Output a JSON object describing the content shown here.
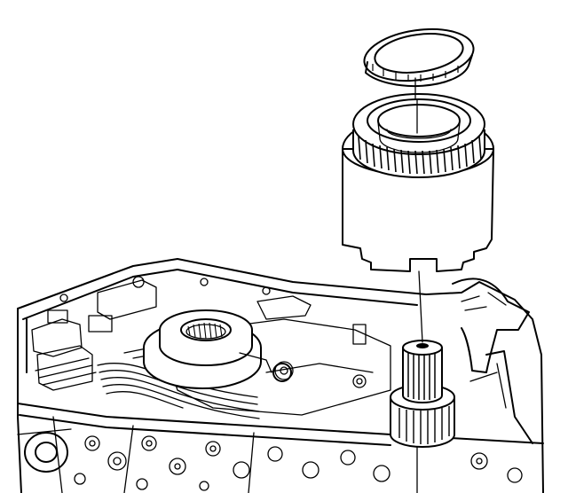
{
  "figure": {
    "kind": "exploded-assembly-line-drawing",
    "components": [
      "snap-ring",
      "clutch-drum",
      "input-shaft",
      "transmission-case",
      "oil-pump-hub"
    ],
    "colors": {
      "ink": "#000000",
      "paper": "#ffffff"
    }
  }
}
